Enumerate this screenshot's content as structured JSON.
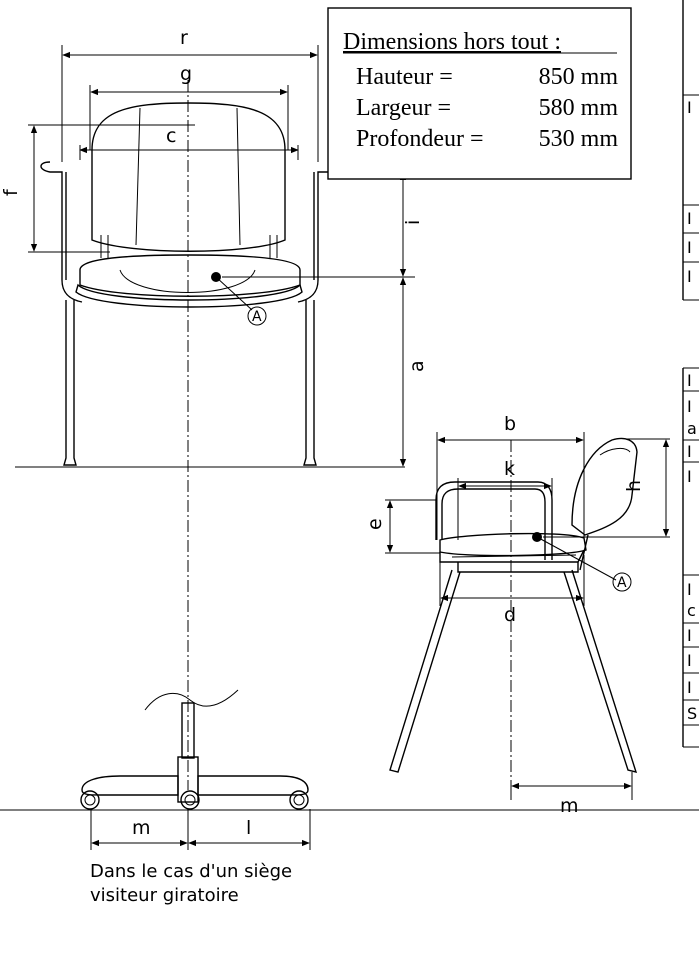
{
  "dimensions_box": {
    "title": "Dimensions hors tout :",
    "rows": [
      {
        "label": "Hauteur =",
        "value": "850 mm"
      },
      {
        "label": "Largeur =",
        "value": "580 mm"
      },
      {
        "label": "Profondeur =",
        "value": "530 mm"
      }
    ]
  },
  "front_view_labels": {
    "r": "r",
    "g": "g",
    "c": "c",
    "f": "f",
    "i": "i",
    "a": "a",
    "point": "A"
  },
  "side_view_labels": {
    "b": "b",
    "k": "k",
    "h": "h",
    "e": "e",
    "d": "d",
    "m": "m",
    "point": "A"
  },
  "swivel_labels": {
    "m": "m",
    "l": "l"
  },
  "caption": [
    "Dans le cas d'un siège",
    "visiteur giratoire"
  ],
  "right_table_clipped_text": [
    "I",
    "I",
    "I",
    "I",
    "I",
    "I",
    "a",
    "I",
    "I",
    "I",
    "c",
    "I",
    "I",
    "I",
    "S"
  ]
}
